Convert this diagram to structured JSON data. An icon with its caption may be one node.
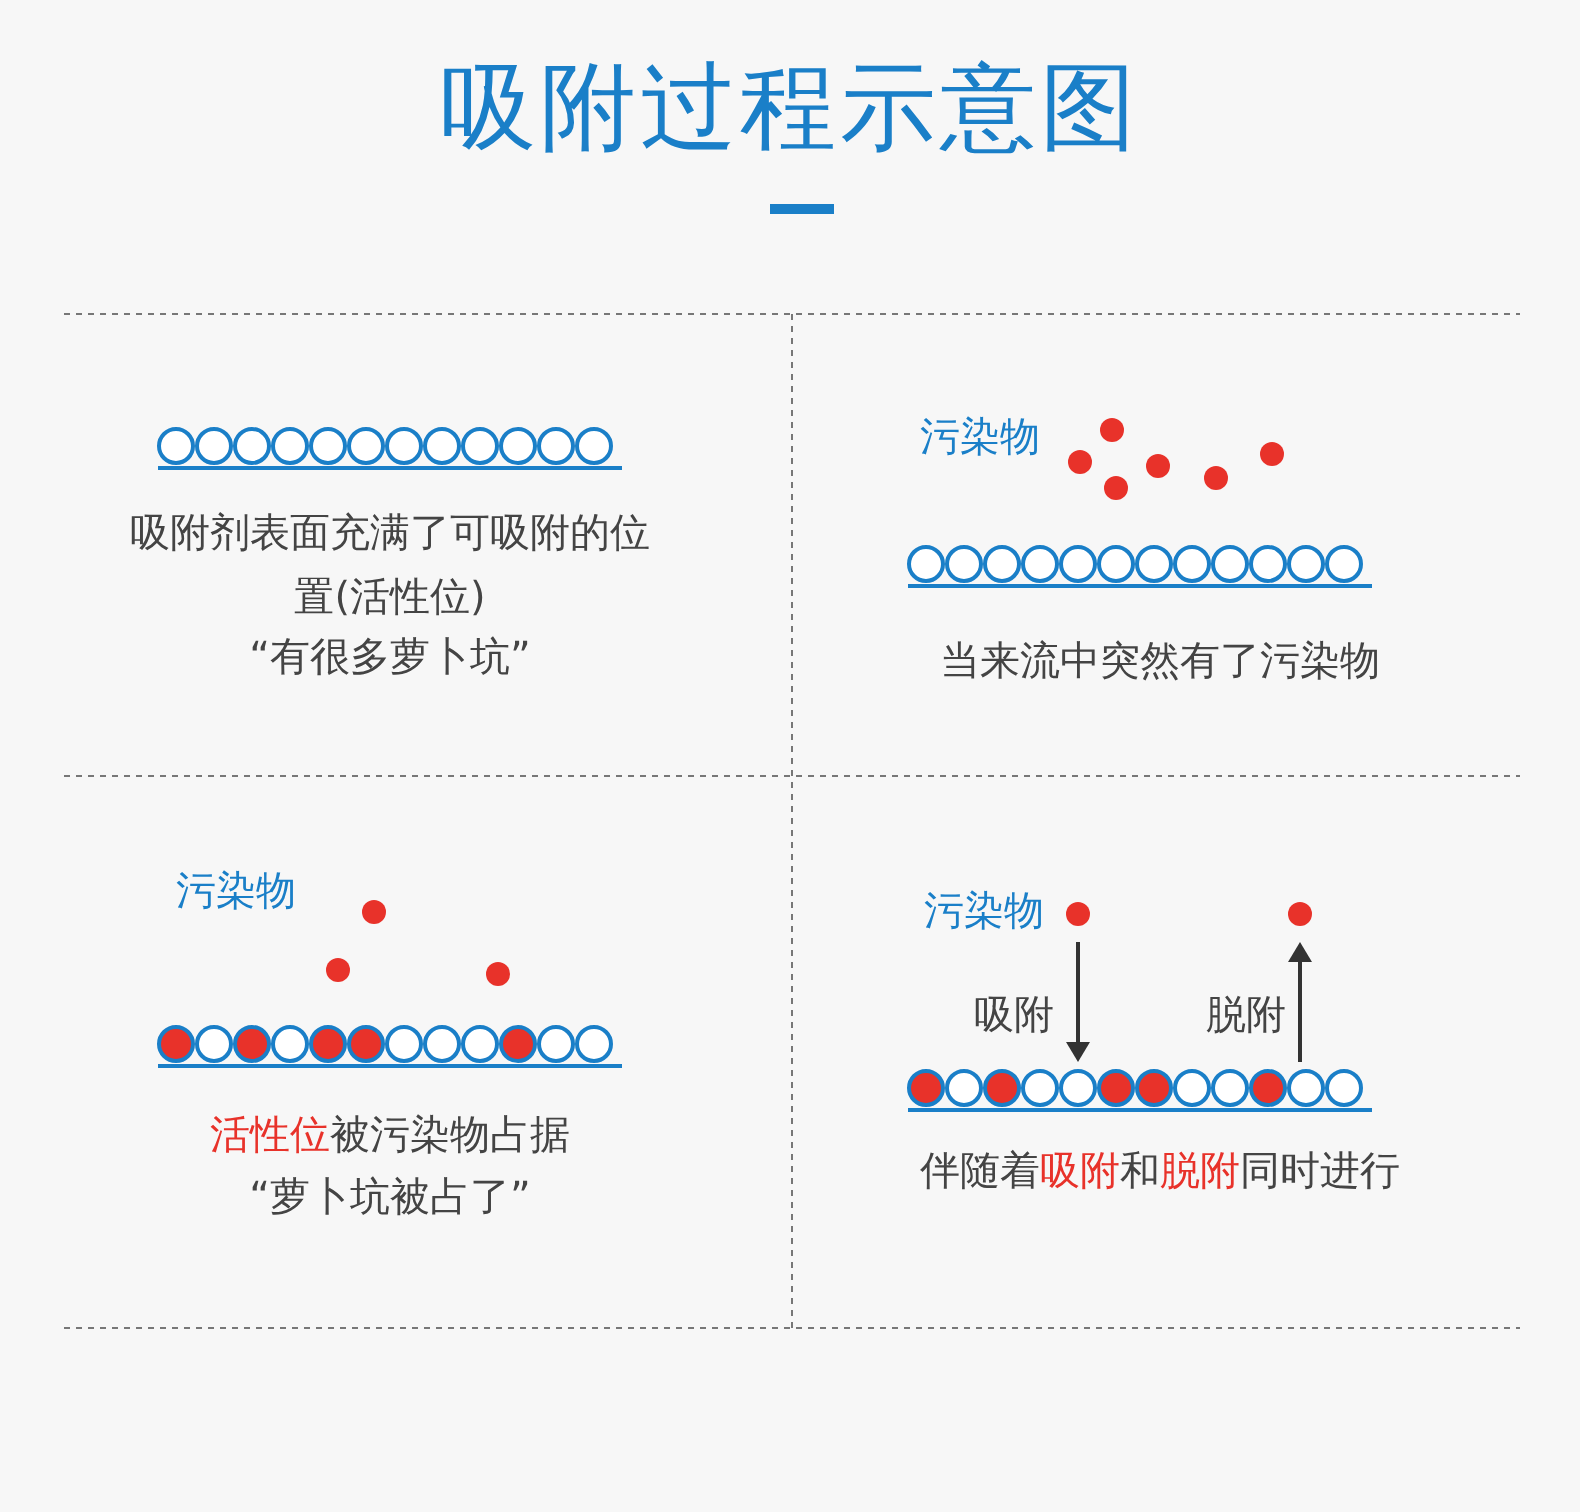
{
  "diagram": {
    "title": "吸附过程示意图",
    "labels": [
      "吸附剂表面充满了可吸附的位置(活性位)",
      "“有很多萝卜坑”",
      "污染物",
      "当来流中突然有了污染物",
      "污染物",
      "**活性位**被污染物占据",
      "“萝卜坑被占了”",
      "污染物",
      "吸附",
      "脱附",
      "伴随着**吸附**和**脱附**同时进行"
    ]
  }
}
